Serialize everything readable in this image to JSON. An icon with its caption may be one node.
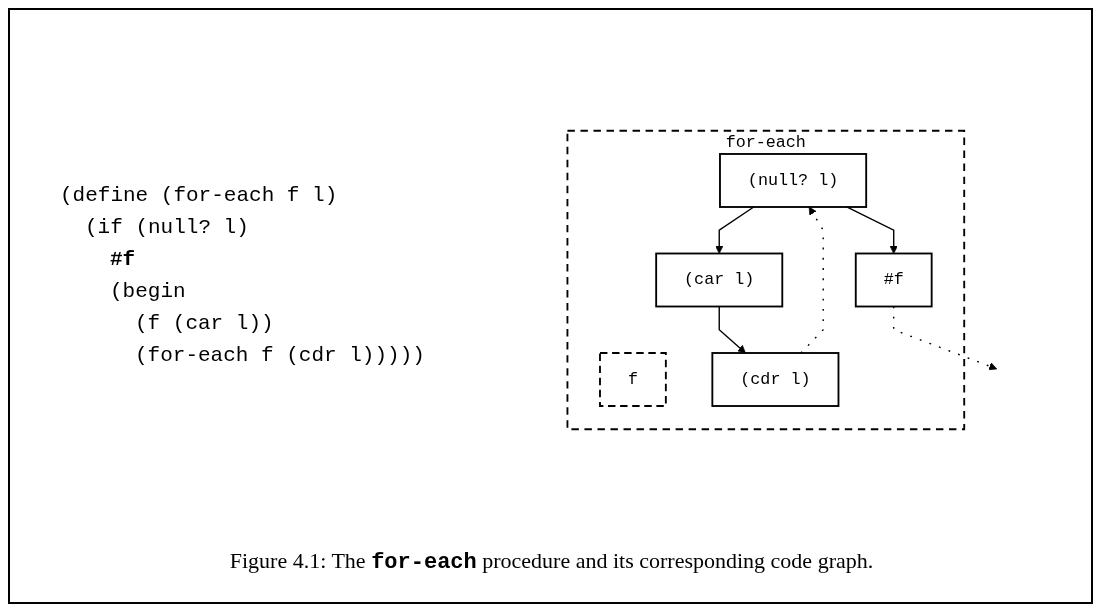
{
  "diagram": {
    "caption": "Figure 4.1: The **for-each** procedure and its corresponding code graph.",
    "nodes": [
      {
        "text": [
          "for-each"
        ]
      },
      {
        "text": [
          "(null? l)"
        ],
        "in": 0
      },
      {
        "text": [
          "#f"
        ],
        "in": 0
      },
      {
        "text": [
          "(car l)"
        ],
        "in": 0
      },
      {
        "text": [
          "f"
        ],
        "in": 0
      },
      {
        "text": [
          "(cdr l)"
        ],
        "in": 0
      }
    ],
    "edges": [
      {
        "from": 1,
        "to": 2,
        "arrow": "to"
      },
      {
        "from": 1,
        "to": 3,
        "arrow": "to"
      },
      {
        "from": 3,
        "to": 5,
        "arrow": "to"
      },
      {
        "from": 5,
        "to": 1,
        "arrow": "to",
        "style": "dashed"
      },
      {
        "from": 2,
        "to": null,
        "arrow": "to",
        "style": "dashed"
      }
    ],
    "labels": [
      "(define (for-each f l)",
      "(if (null? l)",
      "#f",
      "(begin",
      "(f (car l))",
      "(for-each f (cdr l)))))"
    ]
  }
}
